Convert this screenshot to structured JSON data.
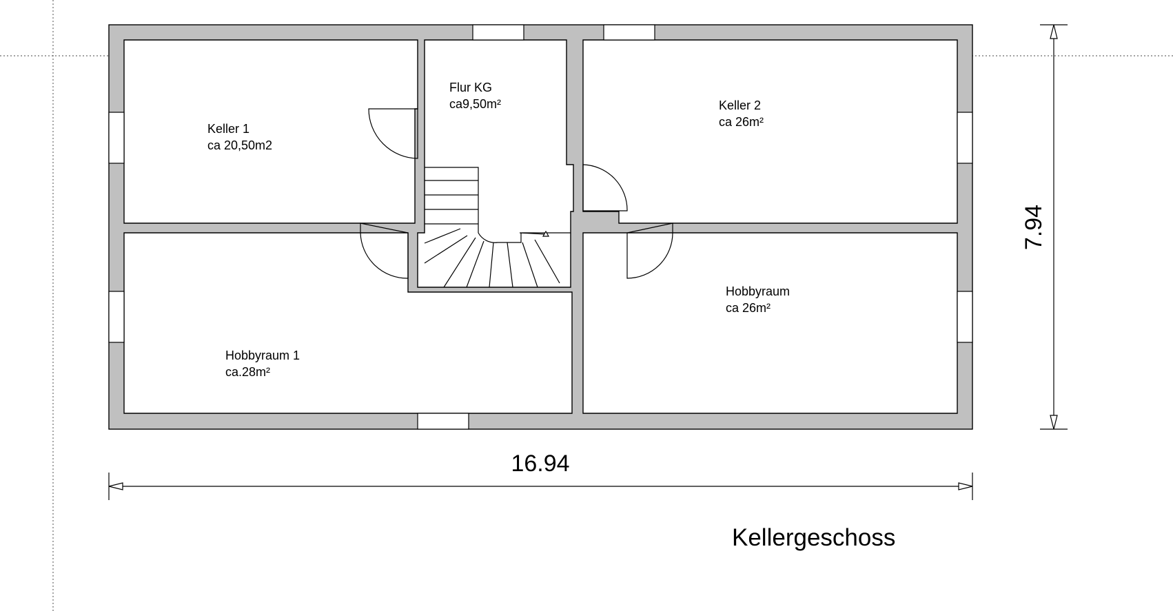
{
  "plan": {
    "title": "Kellergeschoss",
    "dimensions": {
      "width": "16.94",
      "height": "7.94"
    },
    "rooms": {
      "keller1": {
        "name": "Keller 1",
        "area": "ca 20,50m2"
      },
      "flur": {
        "name": "Flur KG",
        "area": "ca9,50m²"
      },
      "keller2": {
        "name": "Keller 2",
        "area": "ca 26m²"
      },
      "hobby1": {
        "name": "Hobbyraum 1",
        "area": "ca.28m²"
      },
      "hobby2": {
        "name": "Hobbyraum",
        "area": "ca 26m²"
      }
    }
  },
  "colors": {
    "wall_fill": "#c0c0c0",
    "line": "#000000",
    "guide_line": "#6b6b6b",
    "background": "#ffffff"
  }
}
